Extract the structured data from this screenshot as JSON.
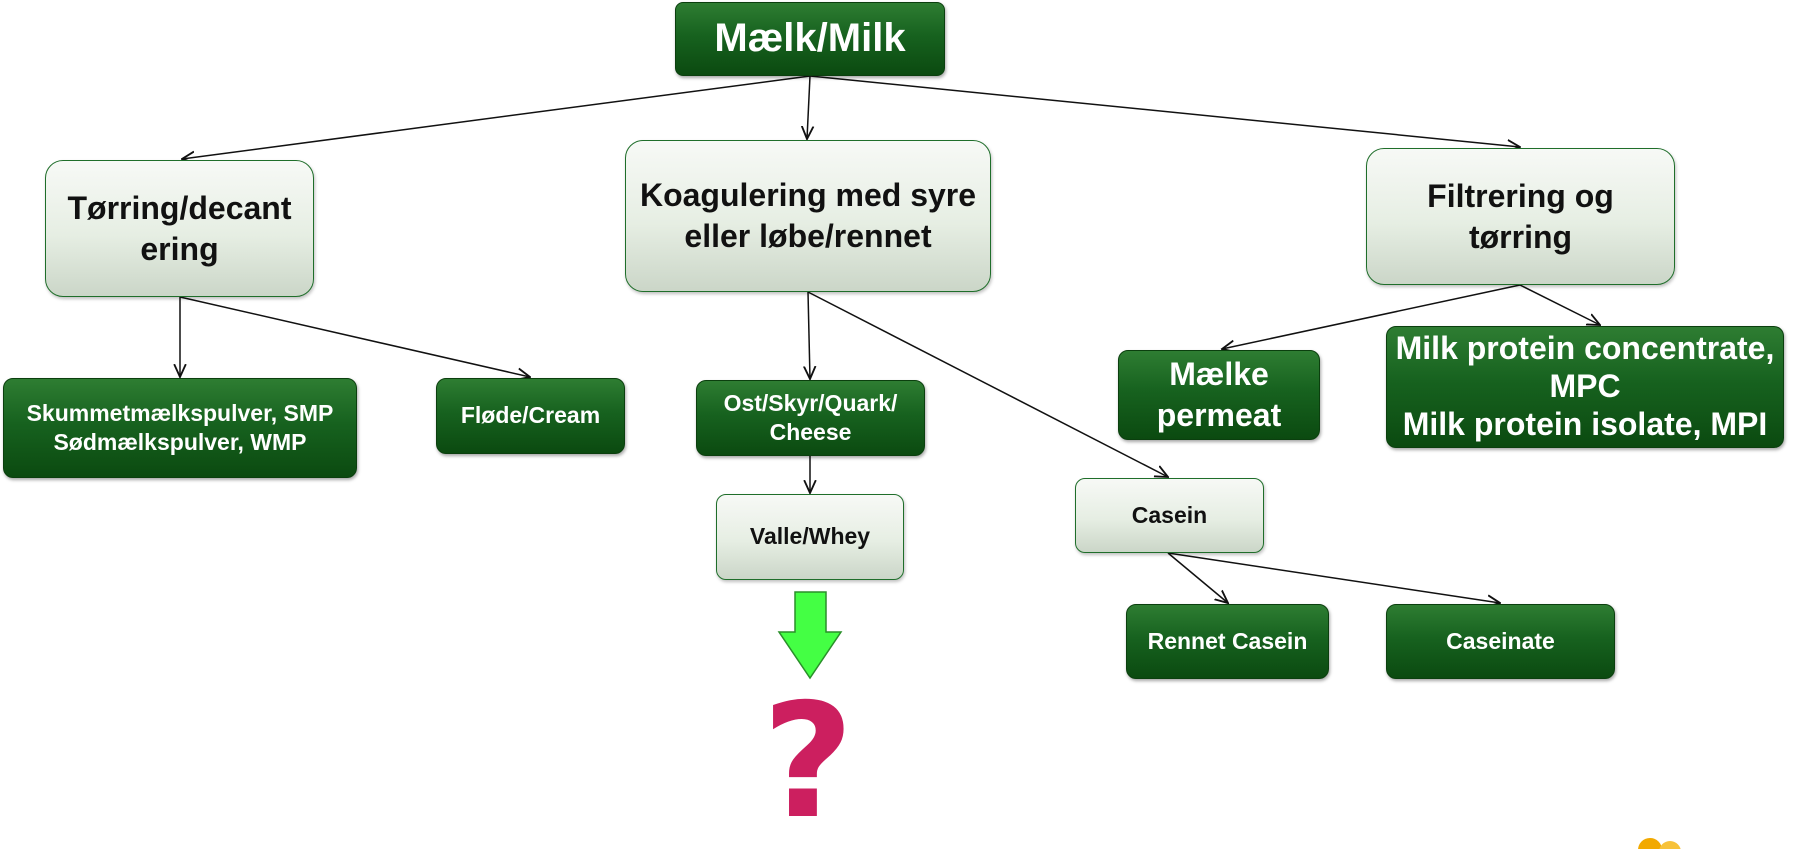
{
  "nodes": {
    "milk": "Mælk/Milk",
    "drying": "Tørring/decant\nering",
    "coagulation": "Koagulering med syre\neller løbe/rennet",
    "filtration": "Filtrering og\ntørring",
    "smp_wmp": "Skummetmælkspulver, SMP\nSødmælkspulver, WMP",
    "cream": "Fløde/Cream",
    "cheese": "Ost/Skyr/Quark/\nCheese",
    "whey": "Valle/Whey",
    "casein": "Casein",
    "milk_permeate": "Mælke\npermeat",
    "mpc_mpi": "Milk protein concentrate,\nMPC\nMilk protein isolate, MPI",
    "rennet_casein": "Rennet Casein",
    "caseinate": "Caseinate"
  },
  "question": "?",
  "colors": {
    "dark_box": "#17621f",
    "light_box": "#e6eee3",
    "arrow_line": "#111111",
    "whey_arrow": "#44ff44",
    "question_mark": "#cc1f5f",
    "logo_orange": "#f2a900"
  }
}
